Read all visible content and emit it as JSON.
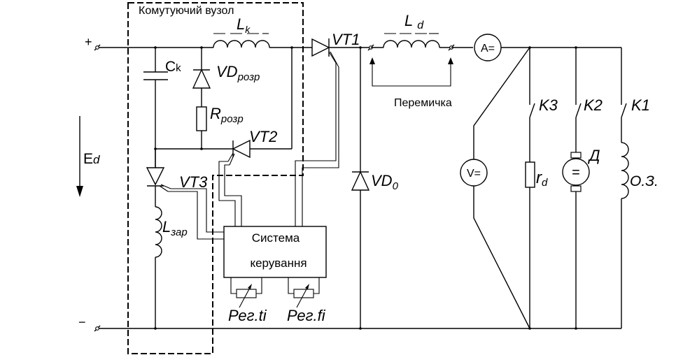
{
  "labels": {
    "commutation_node": "Комутуючий   вузол",
    "lk": "L",
    "lk_sub": "k",
    "ld": "L",
    "ld_sub": "d",
    "ck": "C",
    "ck_sub": "k",
    "vd_rozr": "VD",
    "vd_rozr_sub": "розр",
    "r_rozr": "R",
    "r_rozr_sub": "розр",
    "vt1": "VT1",
    "vt2": "VT2",
    "vt3": "VT3",
    "vd0": "VD",
    "vd0_sub": "0",
    "l_zar": "L",
    "l_zar_sub": "зар",
    "ed": "E",
    "ed_sub": "d",
    "plus": "+",
    "minus": "−",
    "jumper": "Перемичка",
    "control_line1": "Система",
    "control_line2": "керування",
    "reg_ti": "Рег.ti",
    "reg_fi": "Рег.fi",
    "ammeter": "A=",
    "voltmeter": "V=",
    "k3": "K3",
    "k2": "K2",
    "k1": "K1",
    "rd": "r",
    "rd_sub": "d",
    "motor": "Д",
    "motor_symbol": "=",
    "field": "О.З."
  }
}
